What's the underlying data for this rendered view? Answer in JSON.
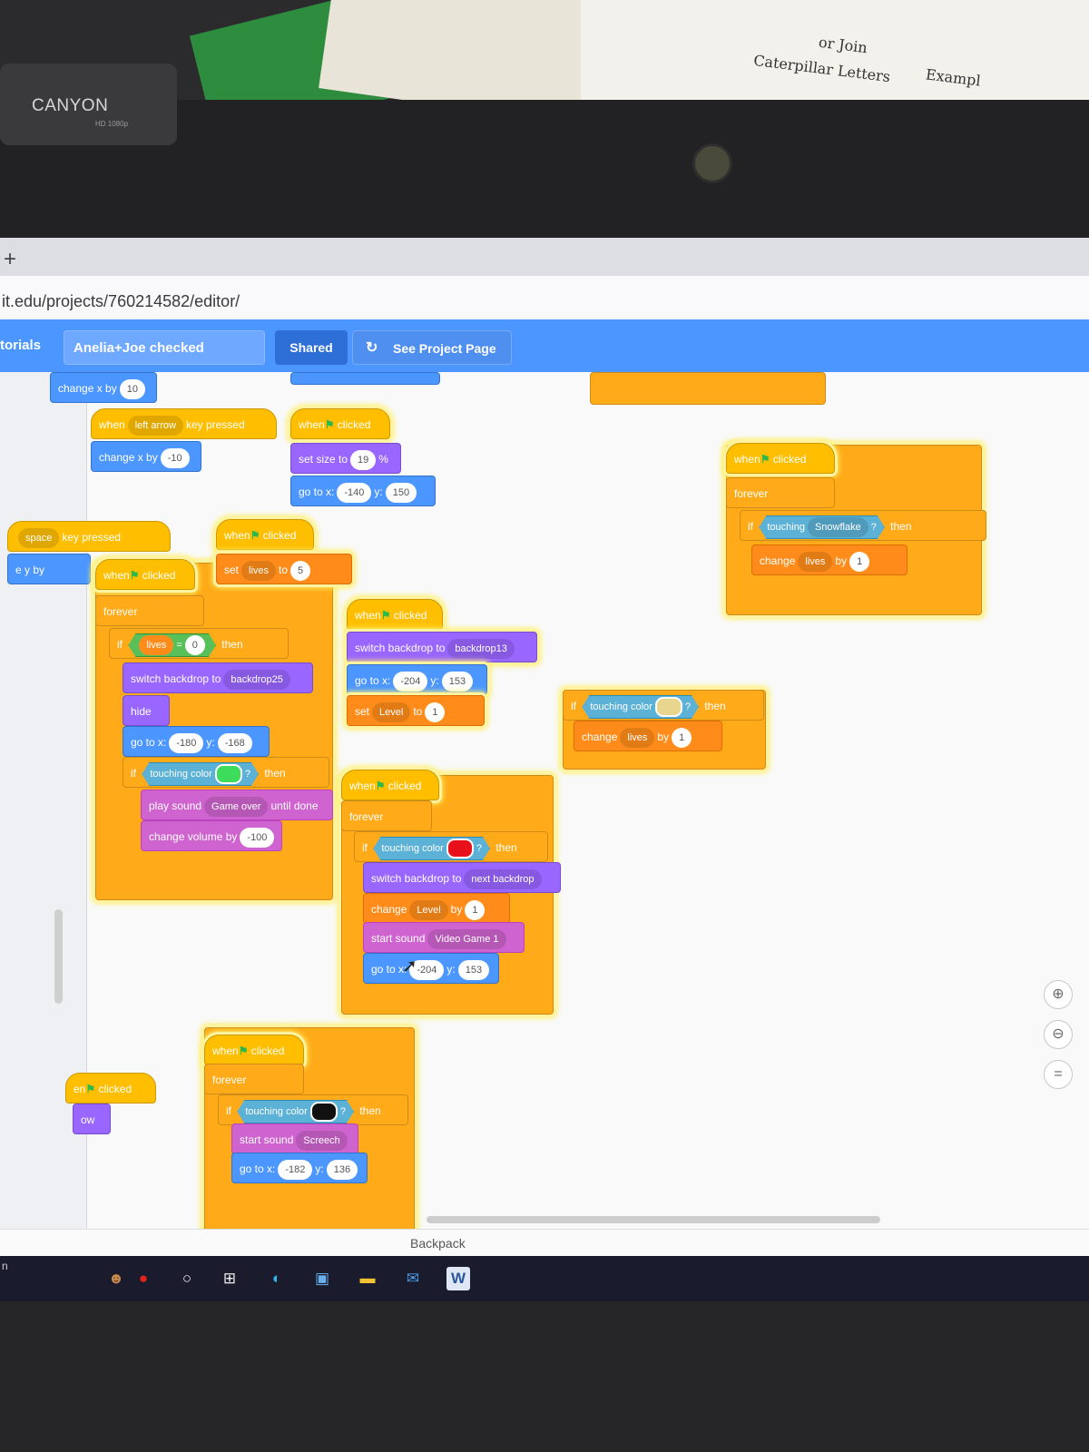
{
  "physical": {
    "webcam_brand": "CANYON",
    "webcam_model": "HD 1080p",
    "paper_texts": [
      "or Join",
      "Caterpillar Letters",
      "Exampl"
    ]
  },
  "browser": {
    "new_tab_icon": "+",
    "url": "it.edu/projects/760214582/editor/"
  },
  "menubar": {
    "tutorials": "torials",
    "title_value": "Anelia+Joe checked",
    "shared_label": "Shared",
    "project_page_label": "See Project Page",
    "project_page_icon": "↻"
  },
  "blocks": {
    "b1": "change x by",
    "b1v": "10",
    "b2a": "when",
    "b2b": "left arrow",
    "b2c": "key pressed",
    "b3a": "change x by",
    "b3v": "-10",
    "b4a": "space",
    "b4b": "key pressed",
    "b5": "e y by",
    "s1a": "when",
    "s1b": "clicked",
    "s1c": "forever",
    "s1d": "if",
    "s1e": "lives",
    "s1f": "=",
    "s1g": "0",
    "s1h": "then",
    "s1i": "switch backdrop to",
    "s1j": "backdrop25",
    "s1k": "hide",
    "s1l": "go to x:",
    "s1m": "-180",
    "s1n": "y:",
    "s1o": "-168",
    "s1p": "if",
    "s1q": "touching color",
    "s1r": "?",
    "s1s": "then",
    "s1t": "play sound",
    "s1u": "Game over",
    "s1v": "until done",
    "s1w": "change volume by",
    "s1x": "-100",
    "s2a": "when",
    "s2b": "clicked",
    "s2c": "set size to",
    "s2d": "19",
    "s2e": "%",
    "s2f": "go to x:",
    "s2g": "-140",
    "s2h": "y:",
    "s2i": "150",
    "s3a": "when",
    "s3b": "clicked",
    "s3c": "set",
    "s3d": "lives",
    "s3e": "to",
    "s3f": "5",
    "s4a": "when",
    "s4b": "clicked",
    "s4c": "switch backdrop to",
    "s4d": "backdrop13",
    "s4e": "go to x:",
    "s4f": "-204",
    "s4g": "y:",
    "s4h": "153",
    "s4i": "set",
    "s4j": "Level",
    "s4k": "to",
    "s4l": "1",
    "s5a": "when",
    "s5b": "clicked",
    "s5c": "forever",
    "s5d": "if",
    "s5e": "touching color",
    "s5f": "?",
    "s5g": "then",
    "s5h": "switch backdrop to",
    "s5i": "next backdrop",
    "s5j": "change",
    "s5k": "Level",
    "s5l": "by",
    "s5m": "1",
    "s5n": "start sound",
    "s5o": "Video Game 1",
    "s5p": "go to x:",
    "s5q": "-204",
    "s5r": "y:",
    "s5s": "153",
    "s6a": "if",
    "s6b": "touching color",
    "s6c": "?",
    "s6d": "then",
    "s6e": "change",
    "s6f": "lives",
    "s6g": "by",
    "s6h": "1",
    "s7a": "when",
    "s7b": "clicked",
    "s7c": "forever",
    "s7d": "if",
    "s7e": "touching",
    "s7f": "Snowflake",
    "s7g": "?",
    "s7h": "then",
    "s7i": "change",
    "s7j": "lives",
    "s7k": "by",
    "s7l": "1",
    "s8a": "when",
    "s8b": "clicked",
    "s8c": "forever",
    "s8d": "if",
    "s8e": "touching color",
    "s8f": "?",
    "s8g": "then",
    "s8h": "start sound",
    "s8i": "Screech",
    "s8j": "go to x:",
    "s8k": "-182",
    "s8l": "y:",
    "s8m": "136",
    "s9a": "en",
    "s9b": "clicked",
    "s9c": "ow"
  },
  "colors": {
    "menubar": "#4c97ff",
    "control": "#ffab19",
    "events": "#ffbf00",
    "motion": "#4c97ff",
    "looks": "#9966ff",
    "sound": "#cf63cf",
    "variables": "#ff8c1a",
    "sensing": "#5cb1d6",
    "touch_green": "#3ddc5a",
    "touch_red": "#e8101a",
    "touch_tan": "#e8d58e",
    "touch_black": "#111111"
  },
  "zoom": {
    "in": "⊕",
    "out": "⊖",
    "reset": "="
  },
  "backpack": {
    "label": "Backpack"
  },
  "taskbar": {
    "search": "○",
    "taskview": "⊞",
    "word": "W"
  },
  "bottom": {
    "letter": "n"
  }
}
